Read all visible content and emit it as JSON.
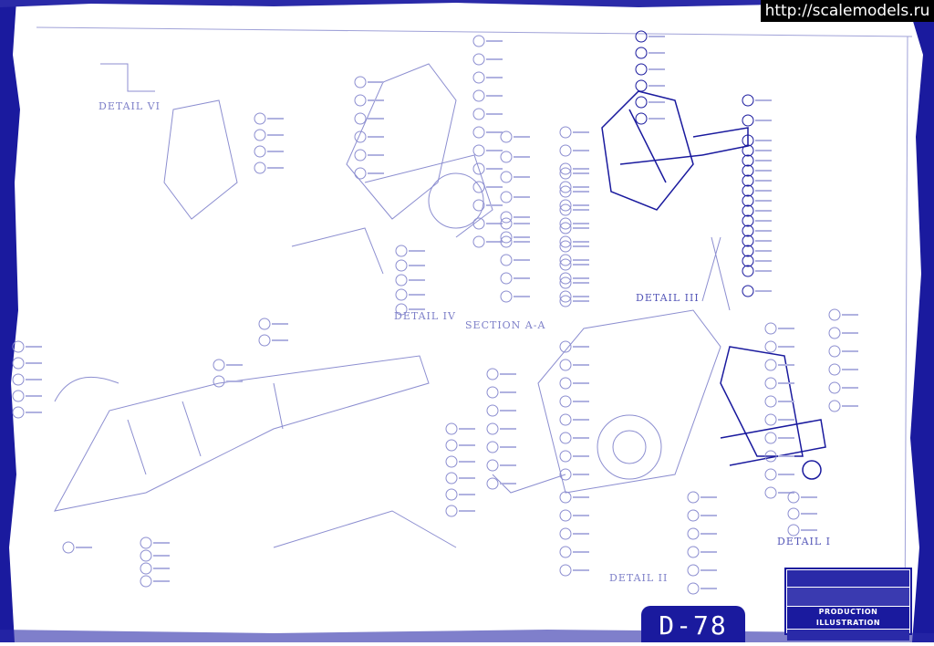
{
  "watermark": "http://scalemodels.ru",
  "sheet_number": "D-78",
  "title_block": {
    "title": "PRODUCTION ILLUSTRATION"
  },
  "detail_labels": {
    "detail_vi": "DETAIL VI",
    "detail_iv": "DETAIL IV",
    "section_aa": "SECTION A-A",
    "detail_iii": "DETAIL III",
    "detail_i": "DETAIL I",
    "detail_ii": "DETAIL II"
  },
  "colors": {
    "ink": "#1a1a9e",
    "faded_ink": "#8c8ed0",
    "paper": "#ffffff"
  }
}
